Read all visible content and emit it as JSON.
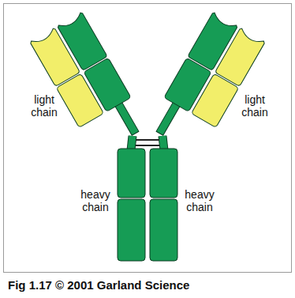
{
  "diagram": {
    "caption": "Fig 1.17 © 2001 Garland Science",
    "labels": [
      "light chain",
      "light chain",
      "heavy chain",
      "heavy chain"
    ]
  }
}
